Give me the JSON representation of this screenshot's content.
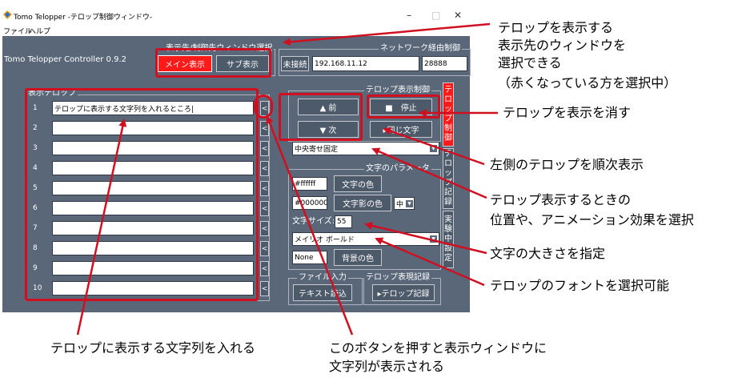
{
  "window": {
    "title": "Tomo Telopper -テロップ制御ウィンドウ-",
    "menu": [
      "ファイル",
      "ヘルプ"
    ],
    "controls": {
      "minimize": "–",
      "maximize": "□",
      "close": "✕"
    }
  },
  "app": {
    "name": "Tomo Telopper Controller 0.9.2"
  },
  "display_target": {
    "label": "表示先/制御先ウィンドウ選択",
    "main": "メイン表示",
    "sub": "サブ表示"
  },
  "network": {
    "label": "ネットワーク経由制御",
    "status": "未接続",
    "ip": "192.168.11.12",
    "port": "28888"
  },
  "telop_list": {
    "label": "表示テロップ",
    "rows": [
      {
        "num": "1",
        "text": "テロップに表示する文字列を入れるところ|"
      },
      {
        "num": "2",
        "text": ""
      },
      {
        "num": "3",
        "text": ""
      },
      {
        "num": "4",
        "text": ""
      },
      {
        "num": "5",
        "text": ""
      },
      {
        "num": "6",
        "text": ""
      },
      {
        "num": "7",
        "text": ""
      },
      {
        "num": "8",
        "text": ""
      },
      {
        "num": "9",
        "text": ""
      },
      {
        "num": "10",
        "text": ""
      }
    ],
    "send_symbol": "<"
  },
  "telop_control": {
    "label": "テロップ表示制御",
    "prev": "▲ 前",
    "stop": "■　停止",
    "next": "▼ 次",
    "same": "▸同じ文字",
    "position": "中央寄せ固定"
  },
  "text_params": {
    "label": "文字のパラメータ",
    "fg_color": "#ffffff",
    "fg_button": "文字の色",
    "shadow_color": "#000000",
    "shadow_button": "文字影の色",
    "shadow_size": "中",
    "size_label": "文字サイズ:",
    "size_value": "55",
    "font": "メイリオ ボールド",
    "bg_color": "None",
    "bg_button": "背景の色"
  },
  "file_input": {
    "label": "ファイル入力",
    "button": "テキスト読込"
  },
  "telop_record": {
    "label": "テロップ表現記録",
    "button": "▸テロップ記録"
  },
  "side_tabs": [
    {
      "chars": [
        "テ",
        "ロ",
        "ッ",
        "プ",
        "制",
        "御"
      ],
      "color": "#ff1a1a"
    },
    {
      "chars": [
        "テ",
        "ロ",
        "ッ",
        "プ",
        "記",
        "録"
      ],
      "color": "#4d5a6a"
    },
    {
      "chars": [
        "実",
        "験",
        "中",
        "設",
        "定"
      ],
      "color": "#4d5a6a"
    }
  ],
  "annotations": {
    "select_window": [
      "テロップを表示する",
      "表示先のウィンドウを",
      "選択できる",
      "（赤くなっている方を選択中）"
    ],
    "stop": "テロップを表示を消す",
    "sequential": "左側のテロップを順次表示",
    "position": [
      "テロップ表示するときの",
      "位置や、アニメーション効果を選択"
    ],
    "size": "文字の大きさを指定",
    "font": "テロップのフォントを選択可能",
    "input_text": "テロップに表示する文字列を入れる",
    "send_button": [
      "このボタンを押すと表示ウィンドウに",
      "文字列が表示される"
    ]
  },
  "colors": {
    "accent_red": "#ff1a1a",
    "annotation_red": "#d01020",
    "panel": "#596779"
  }
}
